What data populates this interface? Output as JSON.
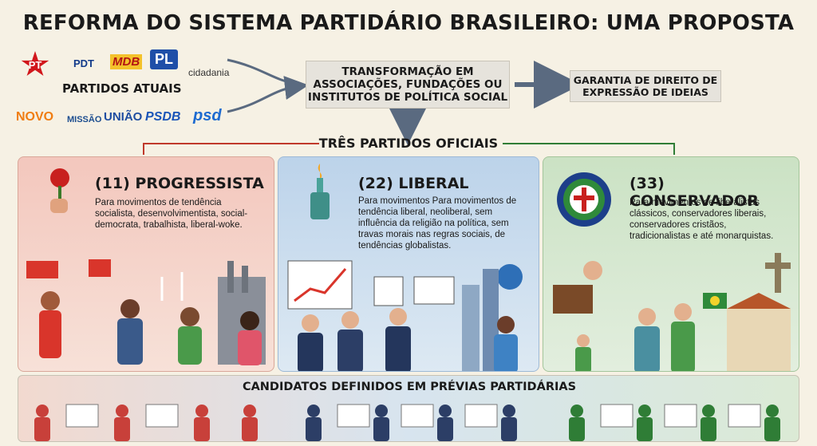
{
  "title": "REFORMA DO SISTEMA PARTIDÁRIO BRASILEIRO: UMA PROPOSTA",
  "current_parties": {
    "label": "PARTIDOS ATUAIS",
    "logos": [
      "PT",
      "PDT",
      "MDB",
      "PL",
      "cidadania",
      "NOVO",
      "MISSÃO",
      "UNIÃO",
      "PSDB",
      "psd"
    ]
  },
  "flow": {
    "transformation": "TRANSFORMAÇÃO EM ASSOCIAÇÕES, FUNDAÇÕES OU INSTITUTOS DE POLÍTICA SOCIAL",
    "guarantee": "GARANTIA DE DIREITO DE EXPRESSÃO DE IDEIAS"
  },
  "three_parties_label": "TRÊS PARTIDOS OFICIAIS",
  "parties": [
    {
      "title": "(11) PROGRESSISTA",
      "description": "Para movimentos de tendência socialista, desenvolvimentista, social-democrata, trabalhista, liberal-woke.",
      "color": "#d9352b"
    },
    {
      "title": "(22) LIBERAL",
      "description": "Para movimentos Para movimentos de tendência liberal, neoliberal, sem influência da religião na política, sem travas morais nas regras sociais, de tendências globalistas.",
      "color": "#1f5fa8"
    },
    {
      "title": "(33) CONSERVADOR",
      "description": "Para movimentos de liberalistas clássicos, conservadores liberais, conservadores cristãos, tradicionalistas e até monarquistas.",
      "color": "#2f7d36"
    }
  ],
  "bottom_label": "CANDIDATOS DEFINIDOS EM PRÉVIAS PARTIDÁRIAS",
  "colors": {
    "background": "#f6f1e4",
    "progressive": "#f3c7bd",
    "liberal": "#bcd3ea",
    "conservative": "#cbe2c4",
    "arrow": "#5a6a80"
  }
}
